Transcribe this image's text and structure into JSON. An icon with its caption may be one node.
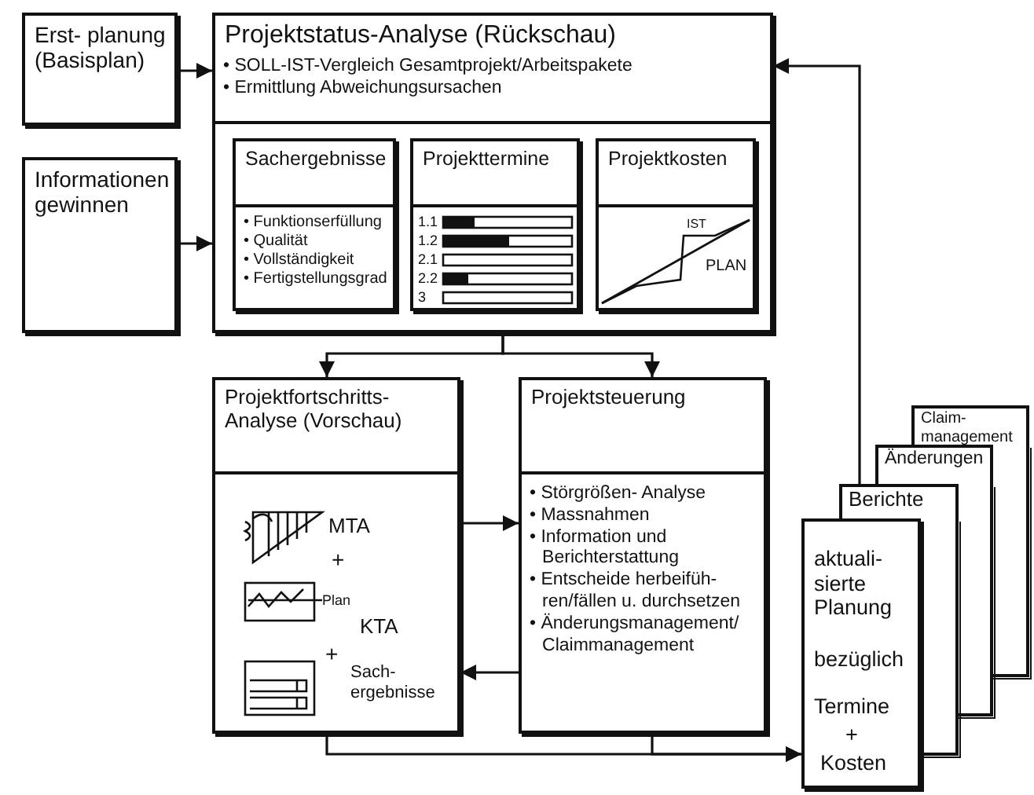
{
  "diagram": {
    "nodes": [
      {
        "text": [
          "Erst- planung (Basisplan)"
        ]
      },
      {
        "text": [
          "Informationen gewinnen"
        ]
      },
      {
        "text": [
          "Projektstatus-Analyse (Rückschau)",
          "• SOLL-IST-Vergleich Gesamtprojekt/Arbeitspakete",
          "• Ermittlung Abweichungsursachen"
        ]
      },
      {
        "text": [
          "Sachergebnisse",
          "• Funktionserfüllung",
          "• Qualität",
          "• Vollständigkeit",
          "• Fertigstellungsgrad"
        ],
        "in": 2
      },
      {
        "text": [
          "Projekttermine",
          "1.1",
          "1.2",
          "2.1",
          "2.2",
          "3"
        ],
        "in": 2
      },
      {
        "text": [
          "Projektkosten",
          "IST",
          "PLAN"
        ],
        "in": 2
      },
      {
        "text": [
          "Projektfortschritts- Analyse (Vorschau)",
          "MTA",
          "+",
          "Plan",
          "KTA",
          "+",
          "Sach- ergebnisse"
        ]
      },
      {
        "text": [
          "Projektsteuerung",
          "• Störgrößen- Analyse",
          "• Massnahmen",
          "• Information und Berichterstattung",
          "• Entscheide herbeifüh- ren/fällen u. durchsetzen",
          "• Änderungsmanagement/ Claimmanagement"
        ]
      },
      {
        "text": [
          "Claim- management"
        ]
      },
      {
        "text": [
          "Änderungen"
        ]
      },
      {
        "text": [
          "Berichte"
        ]
      },
      {
        "text": [
          "aktuali- sierte Planung",
          "bezüglich",
          "Termine",
          "+",
          "Kosten"
        ]
      }
    ],
    "edges": [
      {
        "from": 0,
        "to": 2,
        "arrow": "to"
      },
      {
        "from": 1,
        "to": 2,
        "arrow": "to"
      },
      {
        "from": 2,
        "to": 6,
        "arrow": "to"
      },
      {
        "from": 2,
        "to": 7,
        "arrow": "to"
      },
      {
        "from": 6,
        "to": 7,
        "arrow": "to"
      },
      {
        "from": 7,
        "to": 6,
        "arrow": "to"
      },
      {
        "from": 6,
        "to": 11,
        "arrow": "to"
      },
      {
        "from": 7,
        "to": 11,
        "arrow": "to"
      },
      {
        "from": 10,
        "to": 2,
        "arrow": "to"
      }
    ]
  }
}
